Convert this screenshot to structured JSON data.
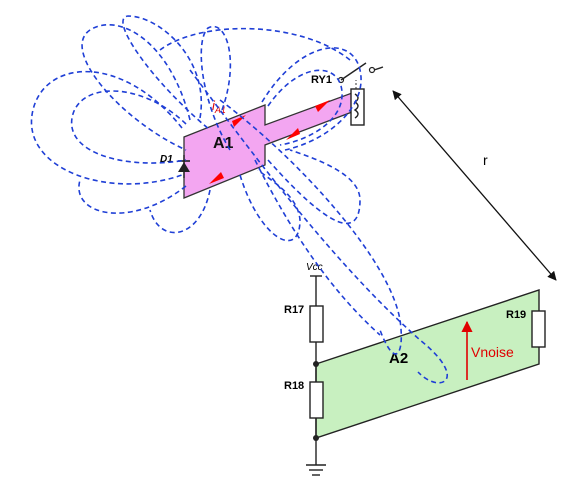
{
  "labels": {
    "relay": "RY1",
    "current": "i",
    "current_sub": "A1",
    "loop_a1": "A1",
    "diode": "D1",
    "distance": "r",
    "vcc": "Vcc",
    "r17": "R17",
    "r18": "R18",
    "r19": "R19",
    "loop_a2": "A2",
    "vnoise": "Vnoise"
  },
  "colors": {
    "field_lines": "#1f3fd6",
    "loop_a1_fill": "#f3a6f1",
    "loop_a2_fill": "#c8f0c0",
    "current_arrows": "#ff0000",
    "vnoise": "#e00000",
    "wire": "#222222"
  }
}
